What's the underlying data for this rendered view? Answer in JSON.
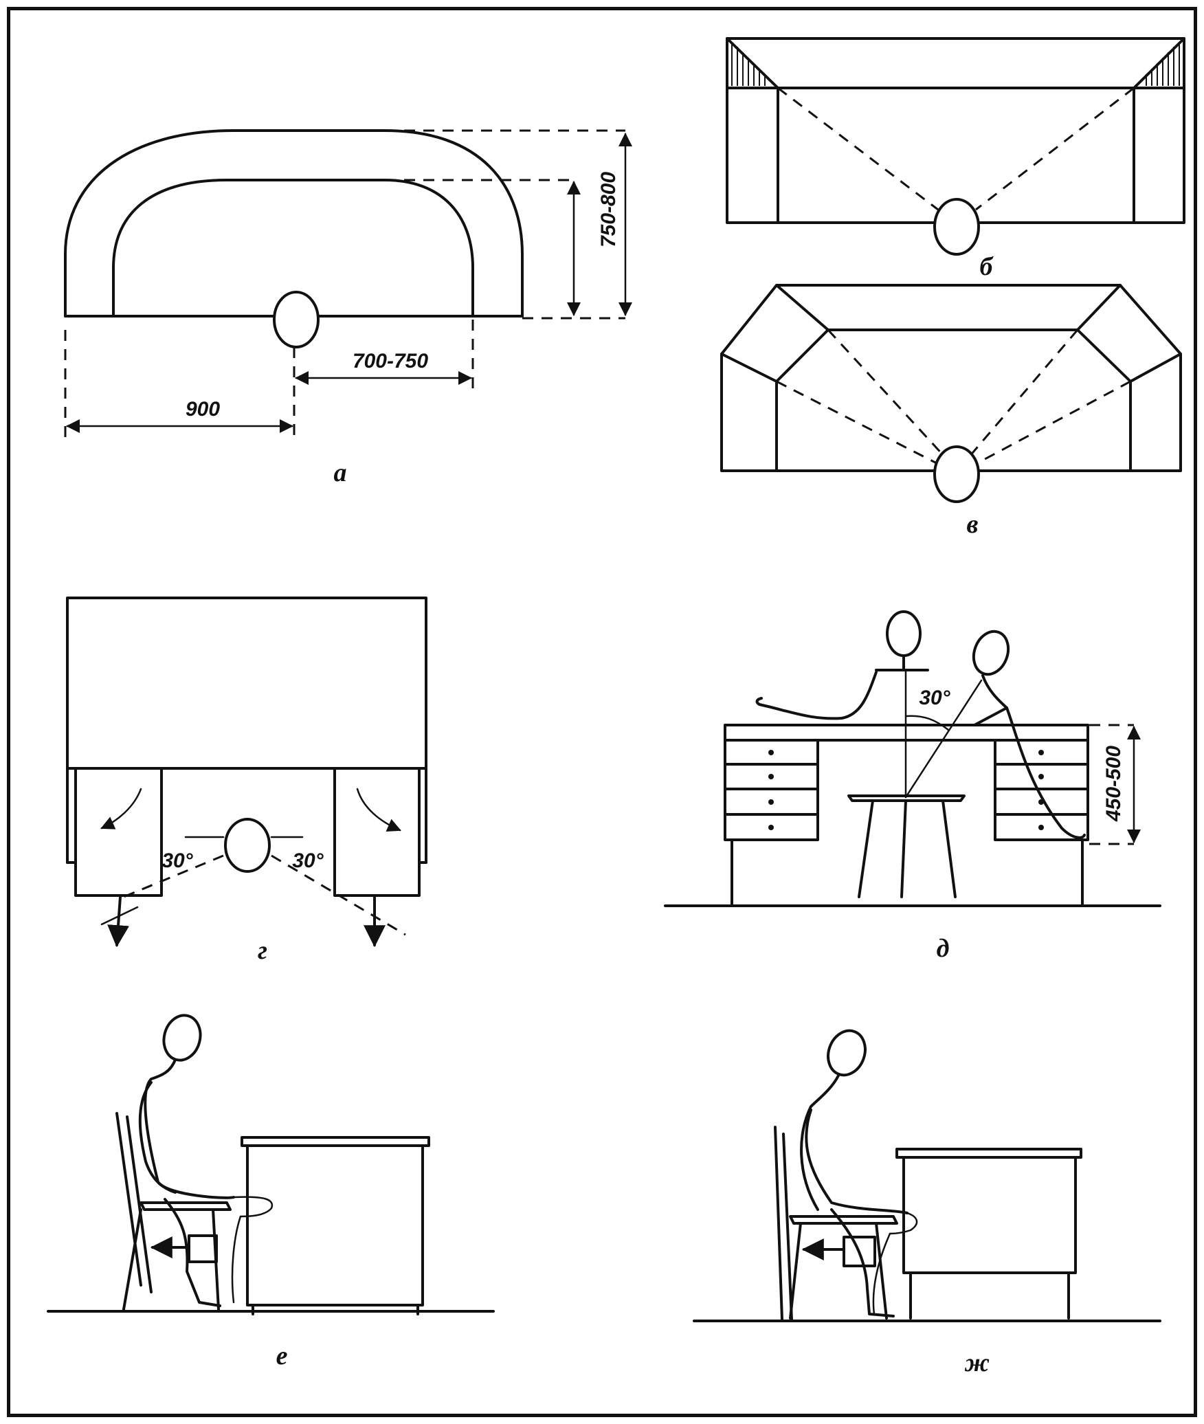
{
  "panels": {
    "a": {
      "caption": "а",
      "dim_height": "750-800",
      "dim_right": "700-750",
      "dim_left": "900"
    },
    "b": {
      "caption": "б"
    },
    "v": {
      "caption": "в"
    },
    "g": {
      "caption": "г",
      "angle_left": "30°",
      "angle_right": "30°"
    },
    "d": {
      "caption": "д",
      "angle": "30°",
      "dim_height": "450-500"
    },
    "e": {
      "caption": "е"
    },
    "zh": {
      "caption": "ж"
    }
  },
  "colors": {
    "ink": "#111111",
    "paper": "#ffffff"
  }
}
